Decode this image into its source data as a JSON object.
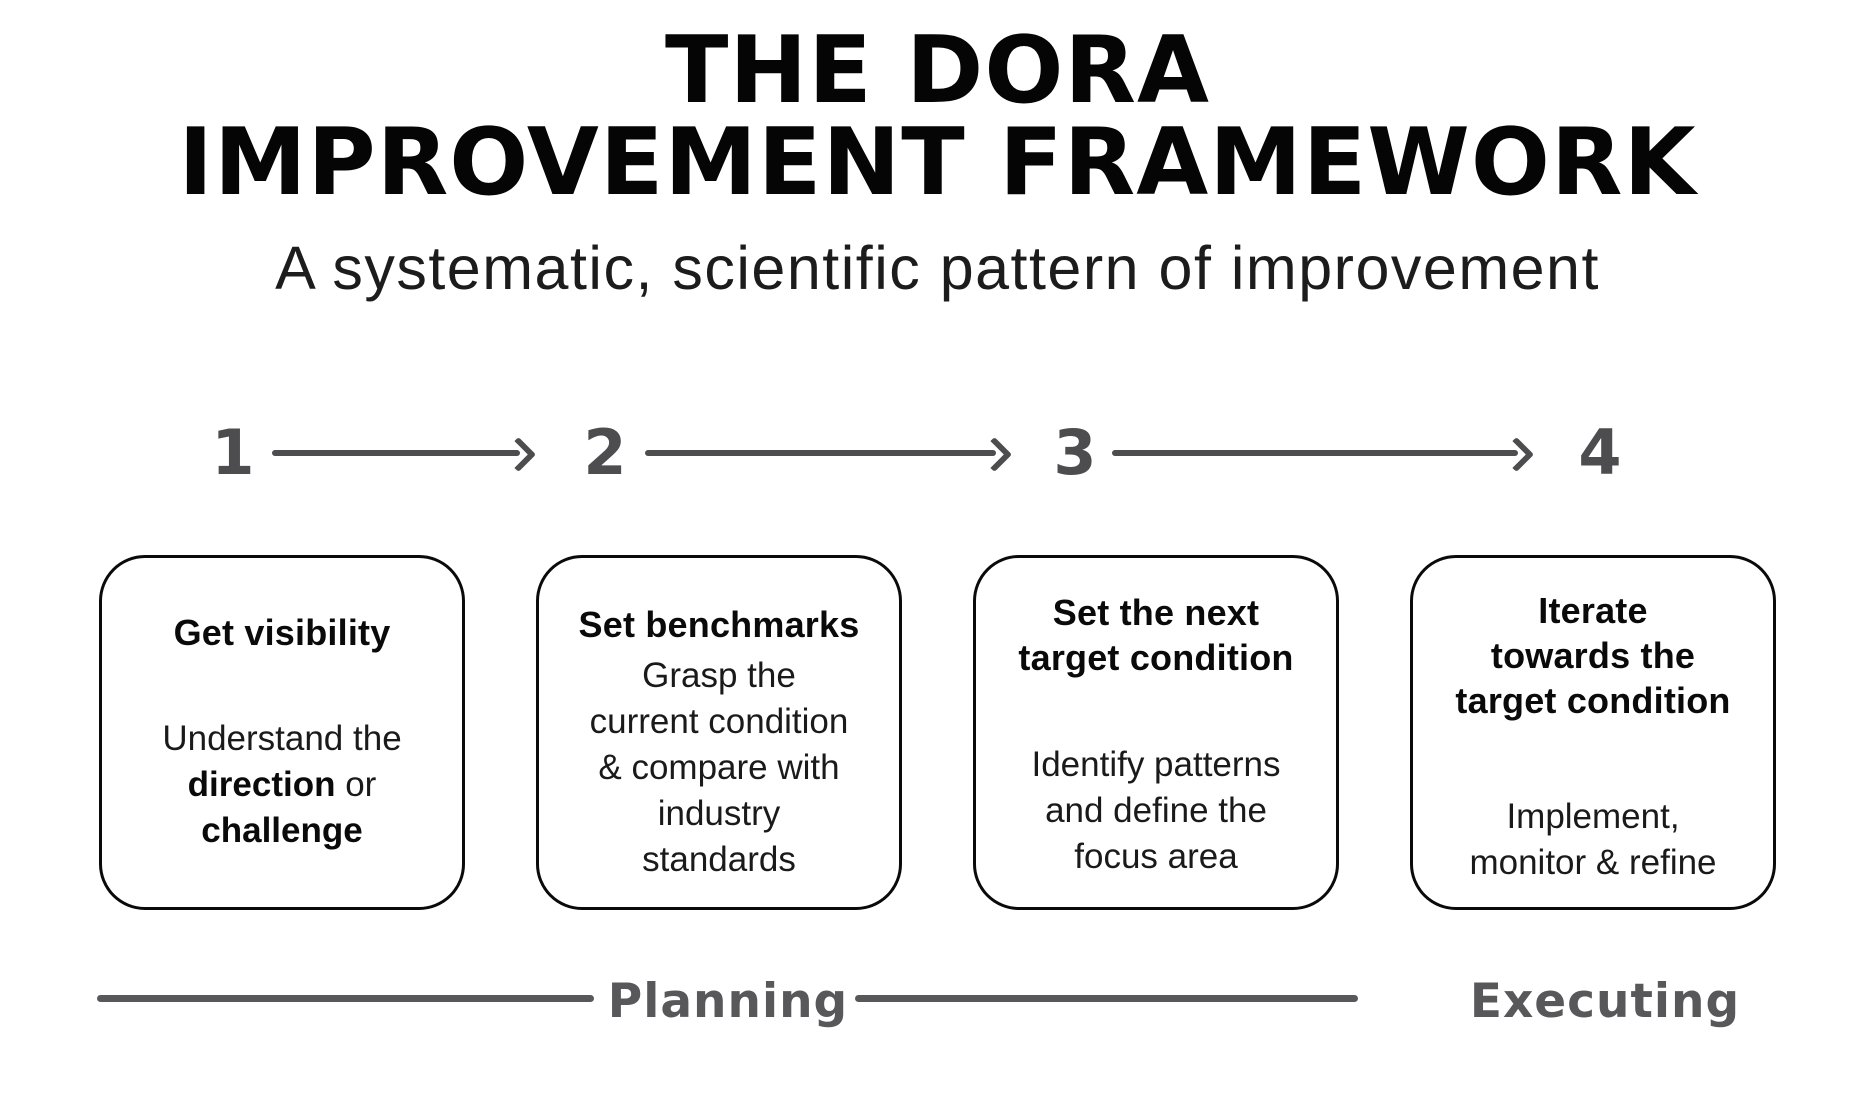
{
  "header": {
    "title": "THE DORA\nIMPROVEMENT FRAMEWORK",
    "subtitle": "A systematic, scientific pattern of improvement"
  },
  "steps": [
    {
      "number": "1",
      "title": "Get visibility",
      "body_parts": [
        "Understand the\n",
        "direction",
        " or\n",
        "challenge"
      ]
    },
    {
      "number": "2",
      "title": "Set benchmarks",
      "body": "Grasp the\ncurrent condition\n& compare with\nindustry\nstandards"
    },
    {
      "number": "3",
      "title": "Set the next\ntarget condition",
      "body": "Identify patterns\nand define the\nfocus area"
    },
    {
      "number": "4",
      "title": "Iterate\ntowards the\ntarget condition",
      "body": "Implement,\nmonitor & refine"
    }
  ],
  "phases": [
    {
      "label": "Planning"
    },
    {
      "label": "Executing"
    }
  ],
  "colors": {
    "background": "#ffffff",
    "text_black": "#0a0a0a",
    "number_arrow_gray": "#4d4d4f",
    "phase_gray": "#58585a",
    "box_border": "#0a0a0a"
  }
}
